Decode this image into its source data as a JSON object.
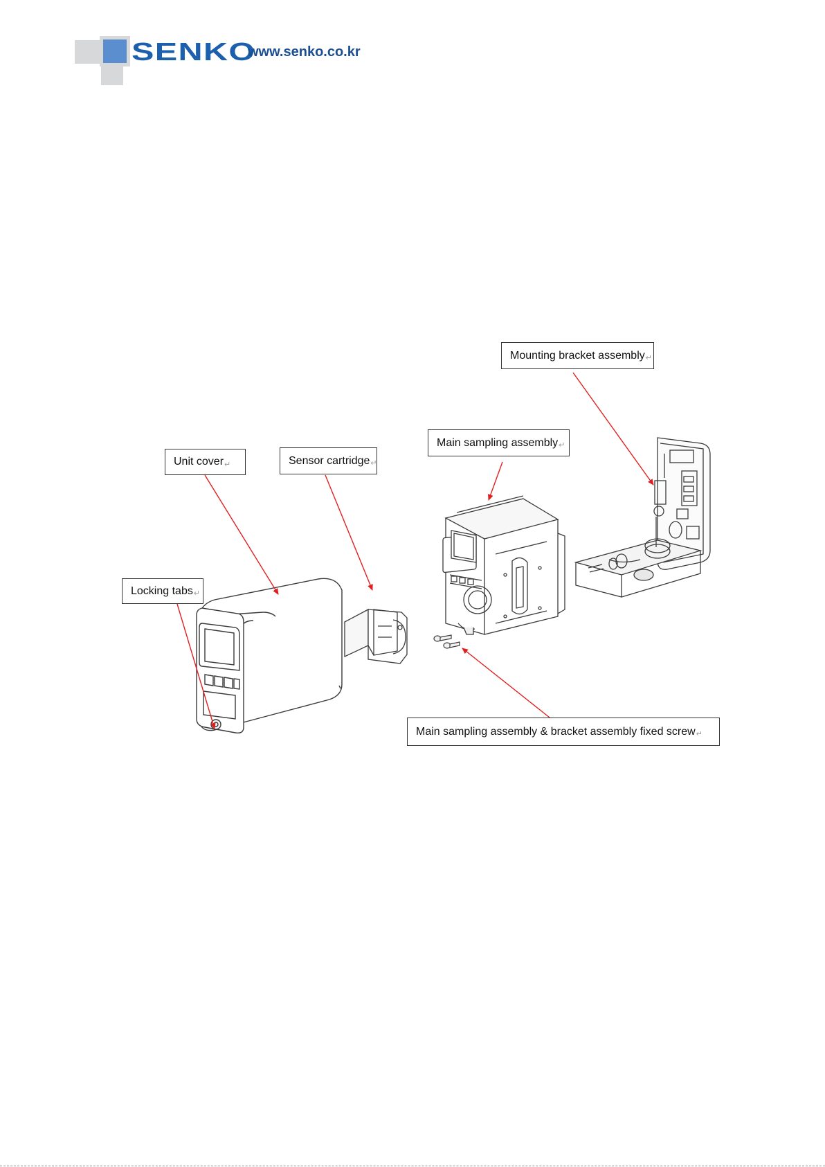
{
  "header": {
    "brand_name": "SENKO",
    "website": "www.senko.co.kr"
  },
  "diagram": {
    "callouts": {
      "mounting_bracket": "Mounting bracket assembly",
      "main_sampling": "Main sampling assembly",
      "sensor_cartridge": "Sensor cartridge",
      "unit_cover": "Unit cover",
      "locking_tabs": "Locking tabs",
      "fixed_screw": "Main sampling assembly & bracket assembly fixed screw"
    },
    "paragraph_mark": "↵",
    "colors": {
      "leader_line": "#e02020",
      "drawing_line": "#3a3a3a",
      "logo_blue": "#5b8ecf",
      "logo_grey": "#d7d8da",
      "brand_text": "#1b5fad"
    }
  }
}
